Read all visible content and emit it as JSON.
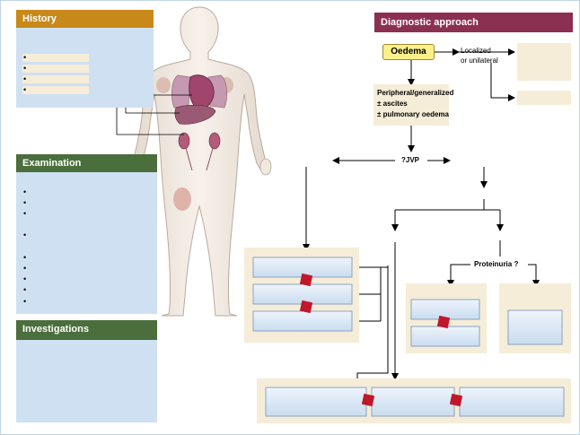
{
  "history": {
    "title": "History",
    "bullets": [
      "•",
      "•",
      "•",
      "•"
    ]
  },
  "examination": {
    "title": "Examination",
    "bullets": [
      "•",
      "•",
      "•",
      "•",
      "•",
      "•",
      "•",
      "•",
      "•"
    ]
  },
  "investigations": {
    "title": "Investigations"
  },
  "diagnostic": {
    "title": "Diagnostic approach",
    "oedema": "Oedema",
    "localized": "Localized",
    "unilateral": "or unilateral",
    "peripheral": [
      "Peripheral/generalized",
      "± ascites",
      "± pulmonary oedema"
    ],
    "jvp": "?JVP",
    "proteinuria": "Proteinuria ?"
  },
  "colors": {
    "history_header": "#c8891a",
    "examination_header": "#4a6e3c",
    "investigations_header": "#4a6e3c",
    "diagnostic_header": "#8b3050",
    "panel": "#cfe0f3",
    "beige": "#f6edd8",
    "oedema_box": "#fdf08a",
    "red_marker": "#c0182a"
  }
}
